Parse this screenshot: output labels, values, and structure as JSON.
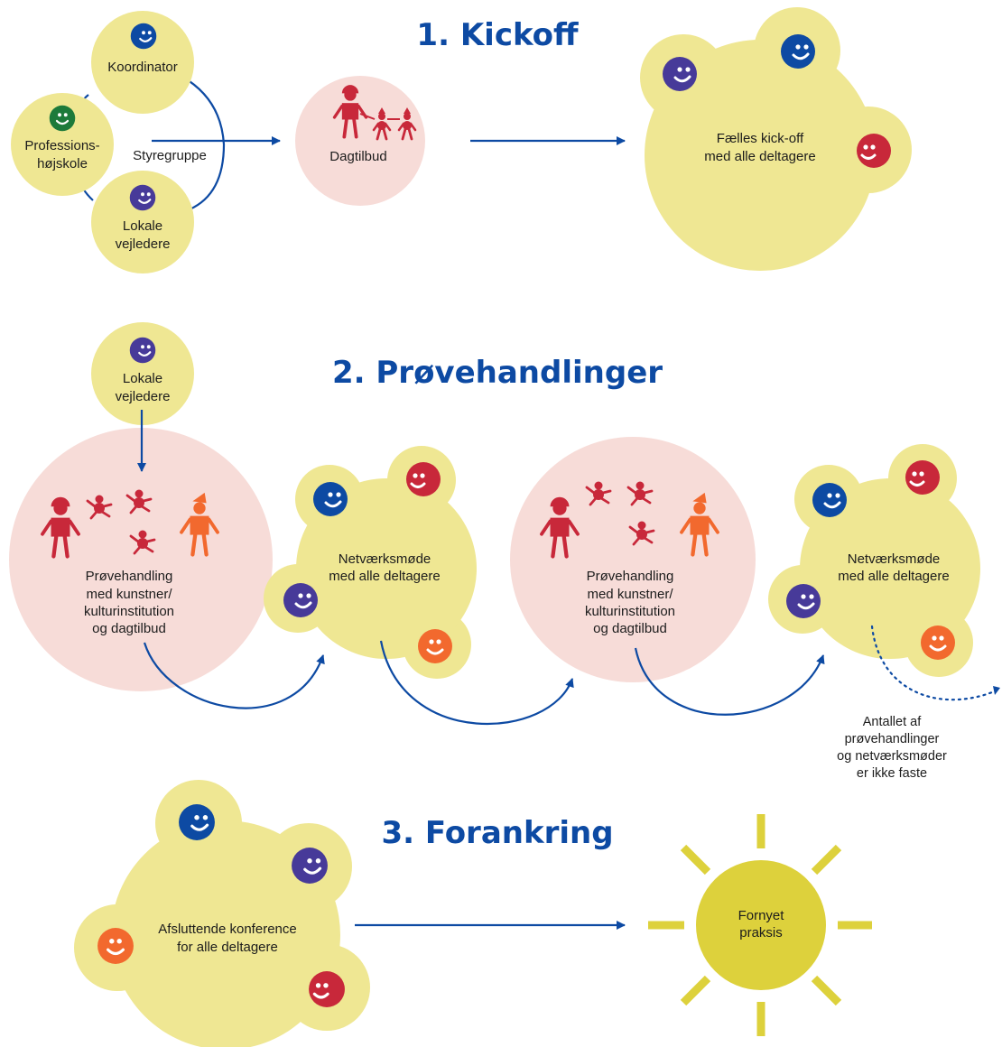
{
  "phases": {
    "kickoff": "1. Kickoff",
    "trials": "2. Prøvehandlinger",
    "anchoring": "3. Forankring"
  },
  "kickoff": {
    "coordinator": "Koordinator",
    "college_line1": "Professions-",
    "college_line2": "højskole",
    "steering_group": "Styregruppe",
    "local_line1": "Lokale",
    "local_line2": "vejledere",
    "daycare": "Dagtilbud",
    "joint_line1": "Fælles kick-off",
    "joint_line2": "med alle deltagere"
  },
  "trials": {
    "local_line1": "Lokale",
    "local_line2": "vejledere",
    "trial_line1": "Prøvehandling",
    "trial_line2": "med kunstner/",
    "trial_line3": "kulturinstitution",
    "trial_line4": "og dagtilbud",
    "network_line1": "Netværksmøde",
    "network_line2": "med alle deltagere",
    "note_line1": "Antallet af",
    "note_line2": "prøvehandlinger",
    "note_line3": "og netværksmøder",
    "note_line4": "er ikke faste"
  },
  "anchoring": {
    "conference_line1": "Afsluttende konference",
    "conference_line2": "for alle deltagere",
    "sun_line1": "Fornyet",
    "sun_line2": "praksis"
  },
  "colors": {
    "yellow_circle": "#efe793",
    "pink_circle": "#f7dcd8",
    "sun": "#ddd13c",
    "arrow": "#0d4aa3",
    "blue_face": "#0d4aa3",
    "purple_face": "#473a99",
    "green_face": "#1d7a3a",
    "red_face": "#c8283a",
    "orange_face": "#f2692e",
    "figure_red": "#c8283a",
    "figure_orange": "#f2692e"
  }
}
